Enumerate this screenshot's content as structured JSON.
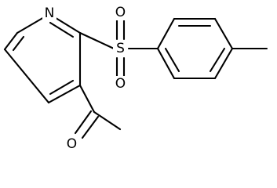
{
  "molecule": {
    "atoms": {
      "pyridine_nitrogen": "N",
      "sulfonyl_sulfur": "S",
      "sulfonyl_oxygen_top": "O",
      "sulfonyl_oxygen_bottom": "O",
      "carbonyl_oxygen": "O"
    },
    "groups": [
      "pyridine-ring",
      "sulfonyl-bridge",
      "toluene-ring",
      "acetyl-group"
    ]
  },
  "colors": {
    "bond": "#000000",
    "label": "#000000",
    "background": "#ffffff"
  }
}
